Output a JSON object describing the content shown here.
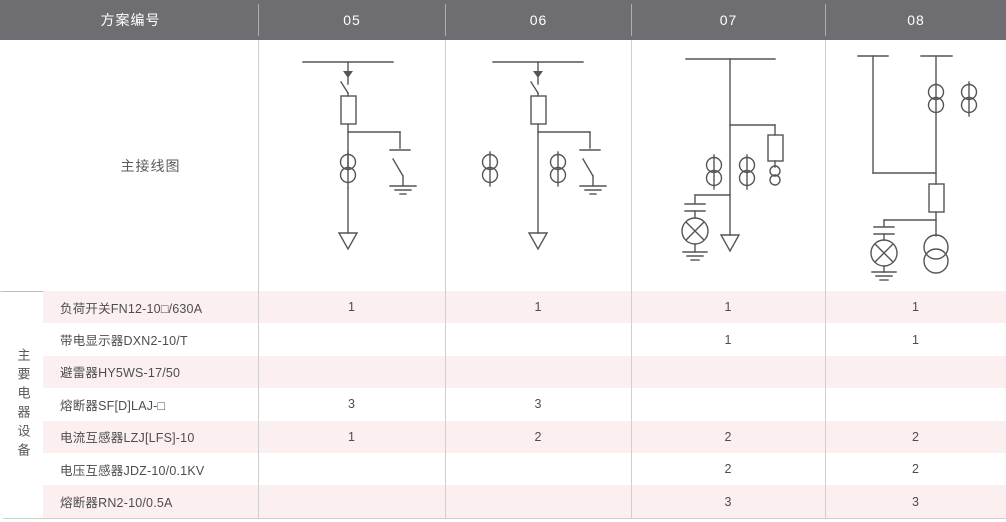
{
  "header": {
    "label": "方案编号",
    "columns": [
      "05",
      "06",
      "07",
      "08"
    ],
    "bg_color": "#6d6d72",
    "text_color": "#ffffff"
  },
  "diagram_row": {
    "label": "主接线图",
    "cells": [
      {
        "scheme": "05",
        "icon": "single-line-diagram-05"
      },
      {
        "scheme": "06",
        "icon": "single-line-diagram-06"
      },
      {
        "scheme": "07",
        "icon": "single-line-diagram-07"
      },
      {
        "scheme": "08",
        "icon": "single-line-diagram-08"
      }
    ]
  },
  "group_label": "主要电器设备",
  "table": {
    "row_stripe_color": "#fbf0ef",
    "rows": [
      {
        "name": "负荷开关FN12-10□/630A",
        "values": [
          "1",
          "1",
          "1",
          "1"
        ]
      },
      {
        "name": "带电显示器DXN2-10/T",
        "values": [
          "",
          "",
          "1",
          "1"
        ]
      },
      {
        "name": "避雷器HY5WS-17/50",
        "values": [
          "",
          "",
          "",
          ""
        ]
      },
      {
        "name": "熔断器SF[D]LAJ-□",
        "values": [
          "3",
          "3",
          "",
          ""
        ]
      },
      {
        "name": "电流互感器LZJ[LFS]-10",
        "values": [
          "1",
          "2",
          "2",
          "2"
        ]
      },
      {
        "name": "电压互感器JDZ-10/0.1KV",
        "values": [
          "",
          "",
          "2",
          "2"
        ]
      },
      {
        "name": "熔断器RN2-10/0.5A",
        "values": [
          "",
          "",
          "3",
          "3"
        ]
      }
    ]
  }
}
